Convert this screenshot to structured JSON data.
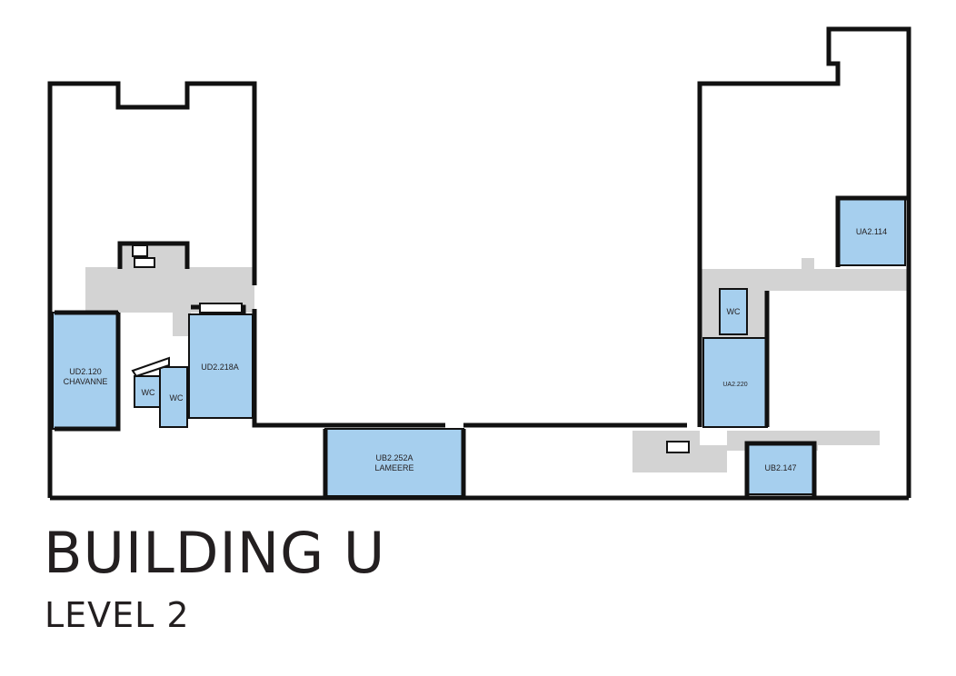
{
  "building": {
    "title": "BUILDING U",
    "level": "LEVEL 2"
  },
  "colors": {
    "room": "#a6cfee",
    "corridor": "#d3d3d3",
    "wall": "#111111",
    "text": "#231f20"
  },
  "rooms": {
    "ud2_120": {
      "line1": "UD2.120",
      "line2": "CHAVANNE"
    },
    "ud2_218a": {
      "line1": "UD2.218A"
    },
    "wc_left_a": {
      "line1": "WC"
    },
    "wc_left_b": {
      "line1": "WC"
    },
    "ub2_252a": {
      "line1": "UB2.252A",
      "line2": "LAMEERE"
    },
    "ua2_114": {
      "line1": "UA2.114"
    },
    "wc_right": {
      "line1": "WC"
    },
    "ua2_220": {
      "line1": "UA2.220"
    },
    "ub2_147": {
      "line1": "UB2.147"
    }
  }
}
